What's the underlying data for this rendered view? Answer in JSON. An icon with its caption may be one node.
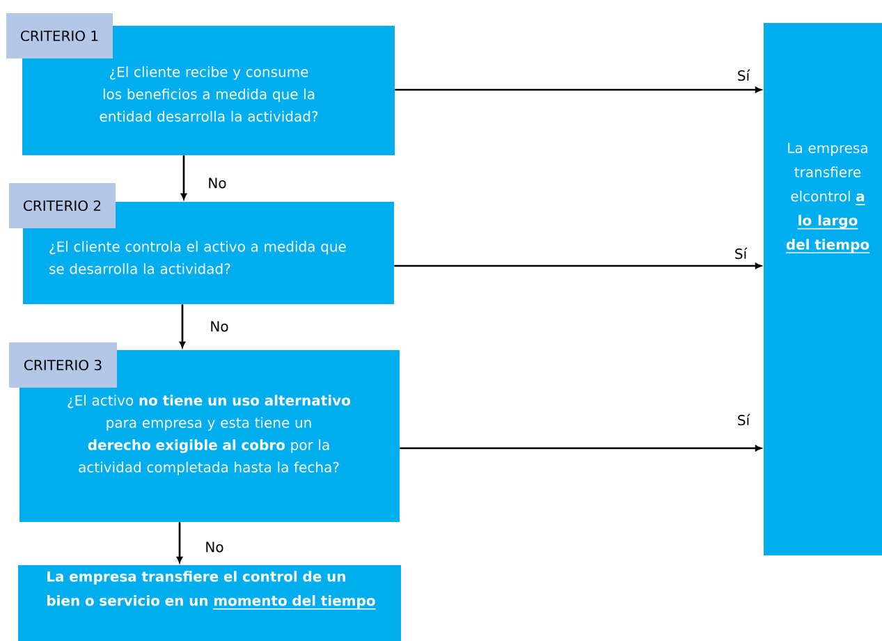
{
  "diagram": {
    "nodes": [
      {
        "text": [
          "CRITERIO 1",
          "¿El cliente recibe y consume los beneficios a medida que la entidad desarrolla la actividad?"
        ]
      },
      {
        "text": [
          "CRITERIO 2",
          "¿El cliente controla el activo a medida que se desarrolla la actividad?"
        ]
      },
      {
        "text": [
          "CRITERIO 3",
          "¿El activo **no tiene un uso alternativo** para empresa y esta tiene un **derecho exigible al cobro** por la actividad completada hasta la fecha?"
        ]
      },
      {
        "text": [
          "La empresa transfiere elcontrol",
          "a lo largo del tiempo"
        ]
      },
      {
        "text": [
          "La empresa transfiere el control de un bien o servicio en un",
          "momento del tiempo"
        ]
      }
    ],
    "edges": [
      {
        "from": 0,
        "to": 3,
        "arrow": "to",
        "label": "Sí"
      },
      {
        "from": 0,
        "to": 1,
        "arrow": "to",
        "label": "No"
      },
      {
        "from": 1,
        "to": 3,
        "arrow": "to",
        "label": "Sí"
      },
      {
        "from": 1,
        "to": 2,
        "arrow": "to",
        "label": "No"
      },
      {
        "from": 2,
        "to": 3,
        "arrow": "to",
        "label": "Sí"
      },
      {
        "from": 2,
        "to": 4,
        "arrow": "to",
        "label": "No"
      }
    ]
  }
}
